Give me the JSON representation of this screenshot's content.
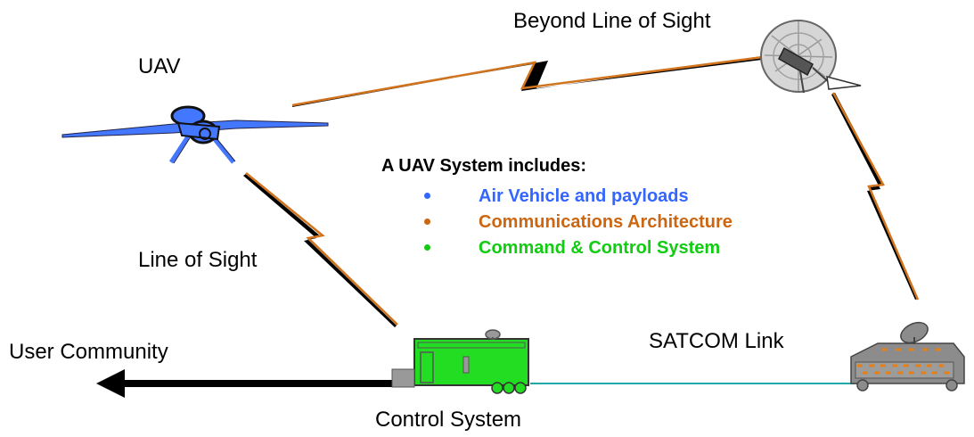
{
  "labels": {
    "uav": "UAV",
    "beyond_line_of_sight": "Beyond Line of Sight",
    "line_of_sight": "Line of Sight",
    "satcom_link": "SATCOM Link",
    "user_community": "User Community",
    "control_system": "Control System"
  },
  "system_includes": {
    "heading": "A UAV System includes:",
    "items": [
      {
        "text": "Air Vehicle and payloads",
        "color": "#3366ff"
      },
      {
        "text": "Communications Architecture",
        "color": "#cc6611"
      },
      {
        "text": "Command & Control System",
        "color": "#11cc11"
      }
    ]
  },
  "colors": {
    "uav": "#4477ff",
    "link_orange": "#d2741e",
    "link_black": "#000000",
    "control_van": "#22dd22",
    "vehicle_gray": "#8c8c8c",
    "vehicle_accent": "#e0801e",
    "ground_link": "#22aaaa",
    "satellite": "#cccccc"
  }
}
